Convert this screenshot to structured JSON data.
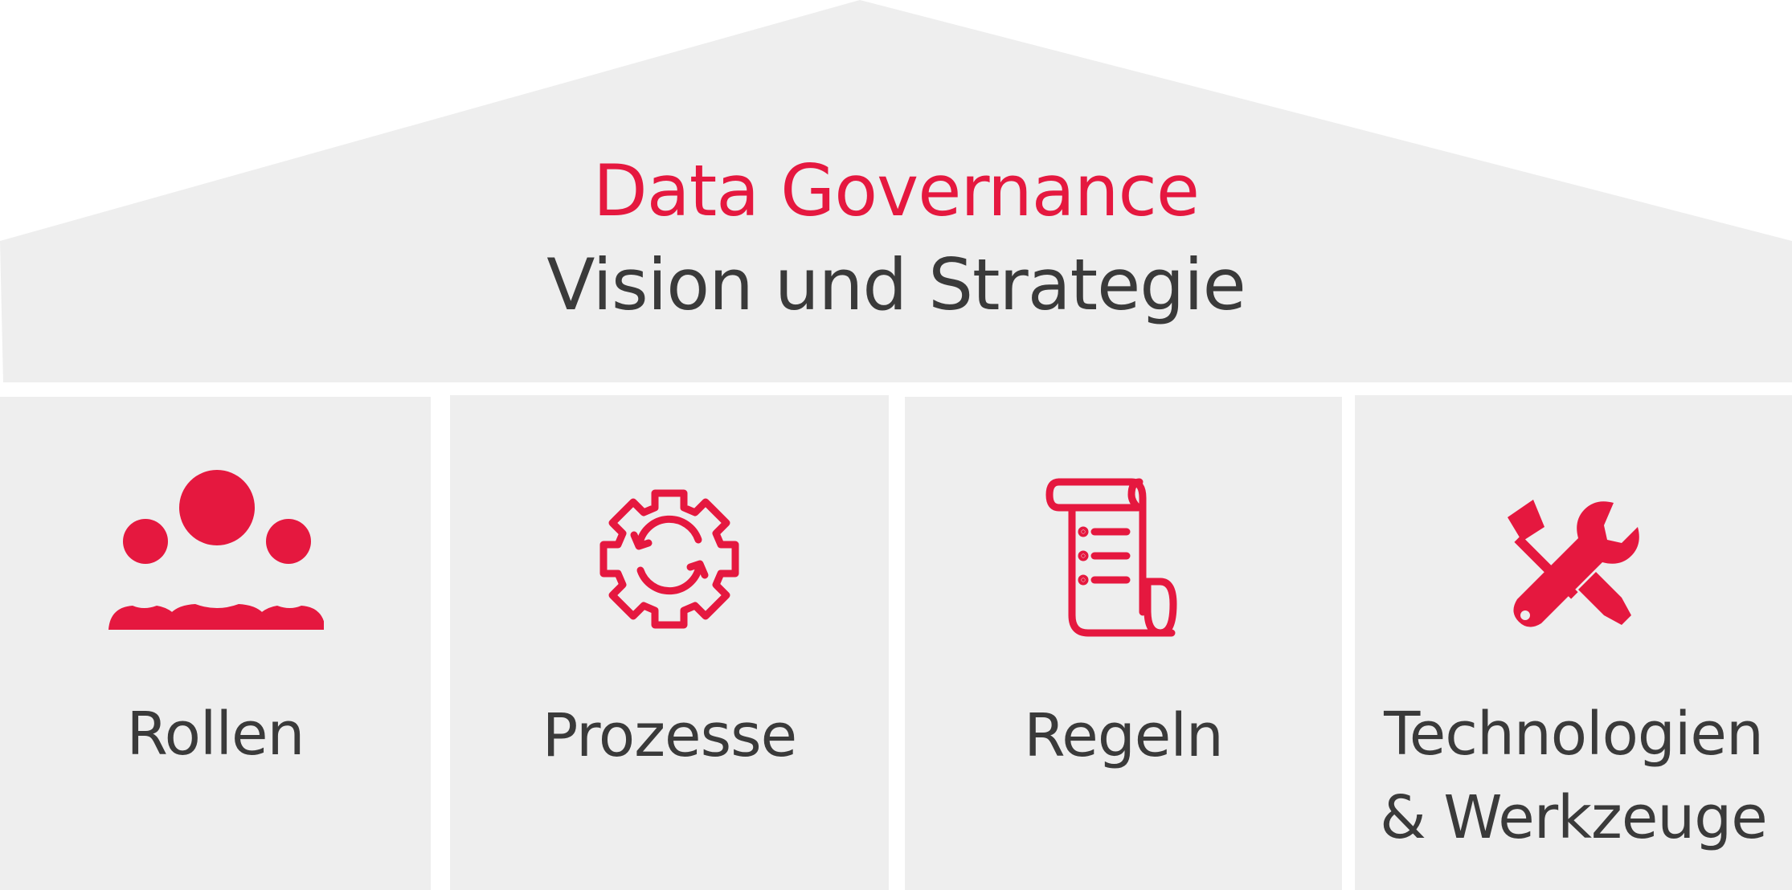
{
  "header": {
    "title": "Data Governance",
    "subtitle": "Vision und Strategie"
  },
  "pillars": [
    {
      "label": "Rollen",
      "icon": "people-group-icon"
    },
    {
      "label": "Prozesse",
      "icon": "gear-process-icon"
    },
    {
      "label": "Regeln",
      "icon": "scroll-document-icon"
    },
    {
      "label": "Technologien\n& Werkzeuge",
      "icon": "tools-icon"
    }
  ],
  "colors": {
    "accent": "#e5183f",
    "text": "#3a3a3a",
    "panel": "#eeeeee",
    "background": "#ffffff"
  }
}
